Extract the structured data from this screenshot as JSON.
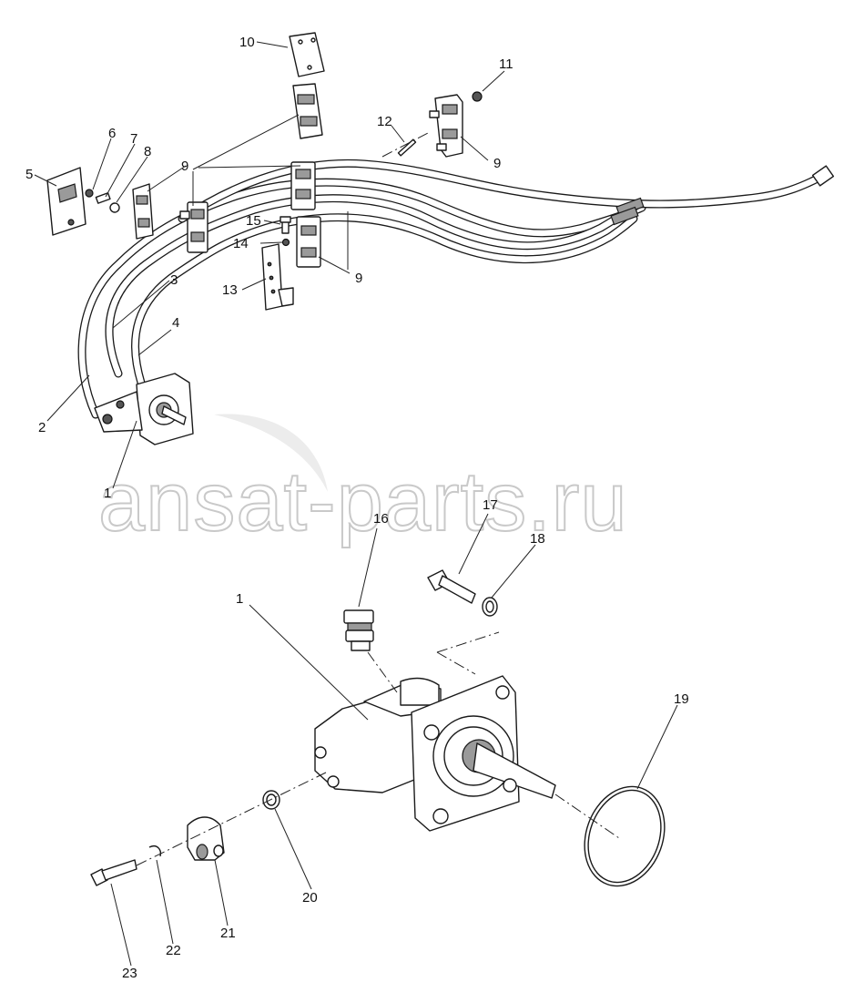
{
  "watermark": "ansat-parts.ru",
  "callouts": [
    {
      "id": "c10",
      "label": "10"
    },
    {
      "id": "c11",
      "label": "11"
    },
    {
      "id": "c12",
      "label": "12"
    },
    {
      "id": "c6",
      "label": "6"
    },
    {
      "id": "c7",
      "label": "7"
    },
    {
      "id": "c8",
      "label": "8"
    },
    {
      "id": "c5",
      "label": "5"
    },
    {
      "id": "c9a",
      "label": "9"
    },
    {
      "id": "c9b",
      "label": "9"
    },
    {
      "id": "c9c",
      "label": "9"
    },
    {
      "id": "c15",
      "label": "15"
    },
    {
      "id": "c14",
      "label": "14"
    },
    {
      "id": "c13",
      "label": "13"
    },
    {
      "id": "c3",
      "label": "3"
    },
    {
      "id": "c4",
      "label": "4"
    },
    {
      "id": "c2",
      "label": "2"
    },
    {
      "id": "c1a",
      "label": "1"
    },
    {
      "id": "c16",
      "label": "16"
    },
    {
      "id": "c17",
      "label": "17"
    },
    {
      "id": "c18",
      "label": "18"
    },
    {
      "id": "c1b",
      "label": "1"
    },
    {
      "id": "c19",
      "label": "19"
    },
    {
      "id": "c20",
      "label": "20"
    },
    {
      "id": "c21",
      "label": "21"
    },
    {
      "id": "c22",
      "label": "22"
    },
    {
      "id": "c23",
      "label": "23"
    }
  ]
}
